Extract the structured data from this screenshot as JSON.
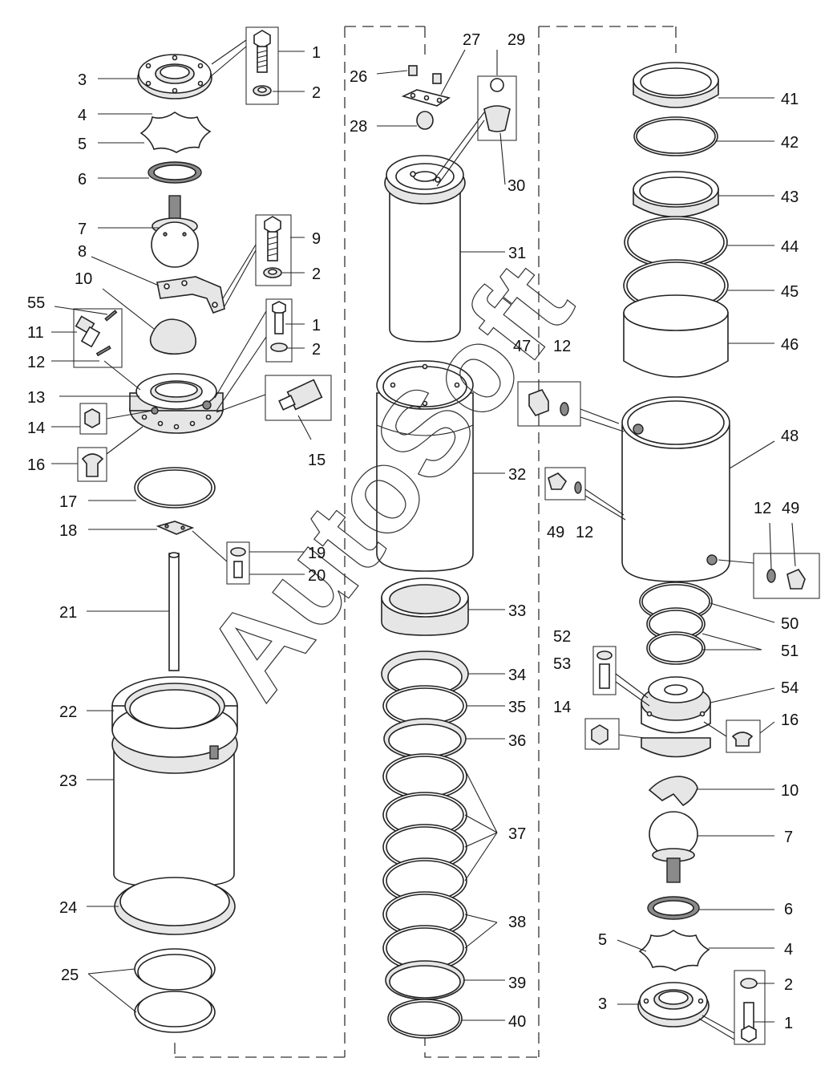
{
  "diagram": {
    "labels": {
      "l1a": "1",
      "l2a": "2",
      "l3a": "3",
      "l4a": "4",
      "l5a": "5",
      "l6a": "6",
      "l7a": "7",
      "l8": "8",
      "l9": "9",
      "l2b": "2",
      "l10a": "10",
      "l55": "55",
      "l11": "11",
      "l12a": "12",
      "l1b": "1",
      "l2c": "2",
      "l13": "13",
      "l14a": "14",
      "l15": "15",
      "l16a": "16",
      "l17": "17",
      "l18": "18",
      "l19": "19",
      "l20": "20",
      "l21": "21",
      "l22": "22",
      "l23": "23",
      "l24": "24",
      "l25": "25",
      "l26": "26",
      "l27": "27",
      "l28": "28",
      "l29": "29",
      "l30": "30",
      "l31": "31",
      "l32": "32",
      "l33": "33",
      "l34": "34",
      "l35": "35",
      "l36": "36",
      "l37": "37",
      "l38": "38",
      "l39": "39",
      "l40": "40",
      "l47": "47",
      "l12b": "12",
      "l49a": "49",
      "l12c": "12",
      "l12d": "12",
      "l49b": "49",
      "l41": "41",
      "l42": "42",
      "l43": "43",
      "l44": "44",
      "l45": "45",
      "l46": "46",
      "l48": "48",
      "l50": "50",
      "l51": "51",
      "l52": "52",
      "l53": "53",
      "l54": "54",
      "l14b": "14",
      "l16b": "16",
      "l10b": "10",
      "l7b": "7",
      "l6b": "6",
      "l5b": "5",
      "l4b": "4",
      "l3b": "3",
      "l2d": "2",
      "l1c": "1"
    }
  },
  "watermark": {
    "text": "AutoSoft"
  }
}
